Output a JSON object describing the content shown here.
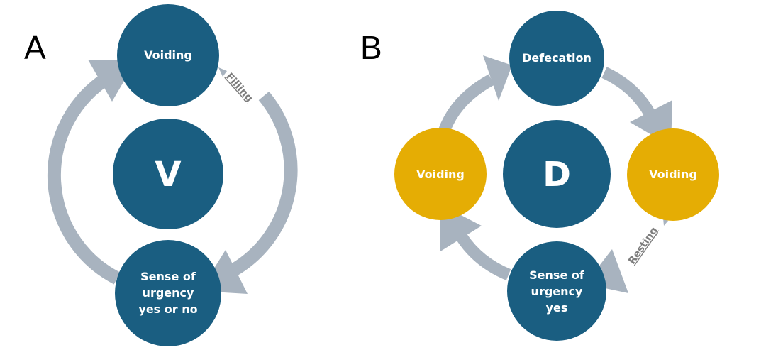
{
  "colors": {
    "node_blue": "#1a5e81",
    "node_yellow": "#e5ad04",
    "arrow_gray": "#a8b3bf",
    "edge_label": "#7d7d7d",
    "node_text": "#ffffff"
  },
  "panel_a": {
    "letter": "A",
    "center_label": "V",
    "nodes": {
      "top": "Voiding",
      "bottom": [
        "Sense of",
        "urgency",
        "yes or no"
      ]
    },
    "edge_label": "Filling"
  },
  "panel_b": {
    "letter": "B",
    "center_label": "D",
    "nodes": {
      "top": "Defecation",
      "left": "Voiding",
      "right": "Voiding",
      "bottom": [
        "Sense of",
        "urgency",
        "yes"
      ]
    },
    "edge_label": "Resting"
  }
}
